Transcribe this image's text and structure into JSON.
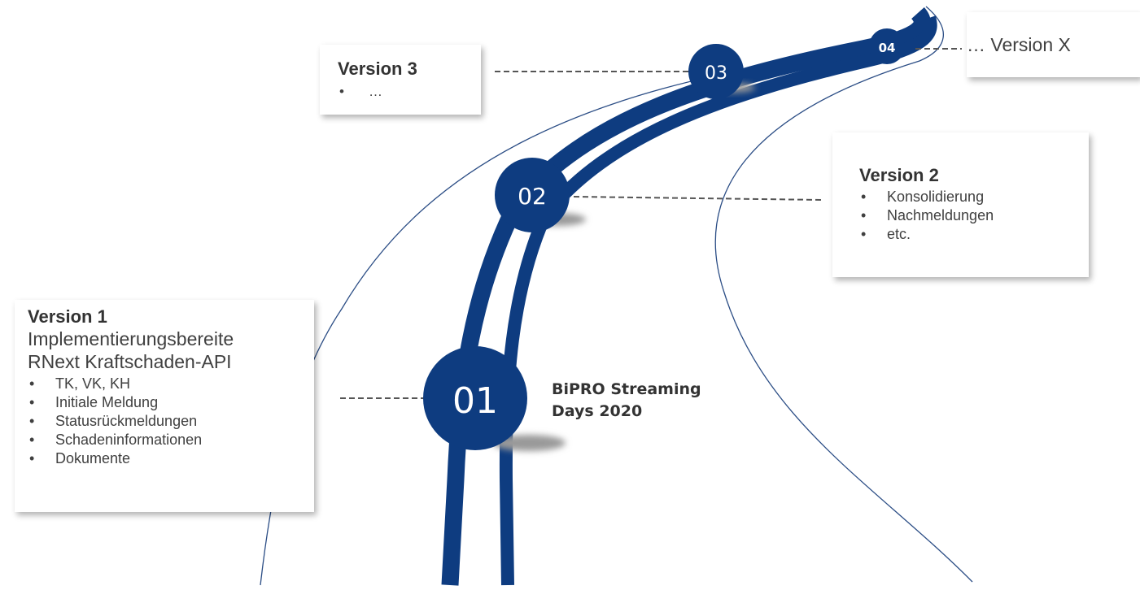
{
  "colors": {
    "road": "#0e3c80",
    "edge": "#2b4d85",
    "dash": "#555555"
  },
  "milestones": [
    {
      "label": "01"
    },
    {
      "label": "02"
    },
    {
      "label": "03"
    },
    {
      "label": "04"
    }
  ],
  "event": {
    "line1": "BiPRO Streaming",
    "line2": "Days 2020"
  },
  "versions": {
    "v1": {
      "title": "Version 1",
      "subtitle_line1": "Implementierungsbereite",
      "subtitle_line2": "RNext Kraftschaden-API",
      "items": [
        "TK, VK, KH",
        "Initiale Meldung",
        "Statusrückmeldungen",
        "Schadeninformationen",
        "Dokumente"
      ]
    },
    "v2": {
      "title": "Version 2",
      "items": [
        "Konsolidierung",
        "Nachmeldungen",
        "etc."
      ]
    },
    "v3": {
      "title": "Version 3",
      "items": [
        "…"
      ]
    },
    "vx": {
      "title": "… Version X"
    }
  }
}
